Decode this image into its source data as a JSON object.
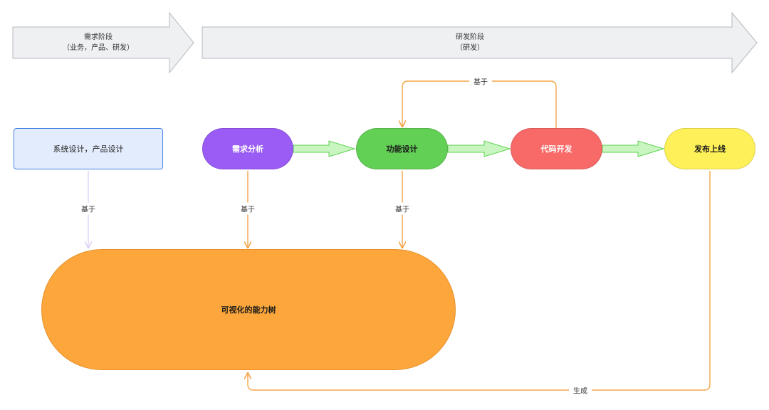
{
  "phases": [
    {
      "line1": "需求阶段",
      "line2": "（业务，产品、研发）"
    },
    {
      "line1": "研发阶段",
      "line2": "（研发）"
    }
  ],
  "nodes": {
    "system_design": "系统设计，产品设计",
    "req_analysis": "需求分析",
    "func_design": "功能设计",
    "code_dev": "代码开发",
    "release": "发布上线",
    "capability_tree": "可视化的能力树"
  },
  "edge_labels": {
    "based_on": "基于",
    "generate": "生成"
  },
  "colors": {
    "phase_fill": "#eff0f2",
    "phase_stroke": "#b5b8bd",
    "system_design": "#e3ecfc",
    "req_analysis": "#9a5cf5",
    "func_design": "#62cf55",
    "code_dev": "#f76a68",
    "release": "#fdf058",
    "capability_tree": "#fca63c",
    "orange_line": "#f5a64a",
    "purple_line": "#ddd0f5",
    "green_arrow_fill": "#c8f5c0",
    "green_arrow_stroke": "#5cd24f"
  }
}
